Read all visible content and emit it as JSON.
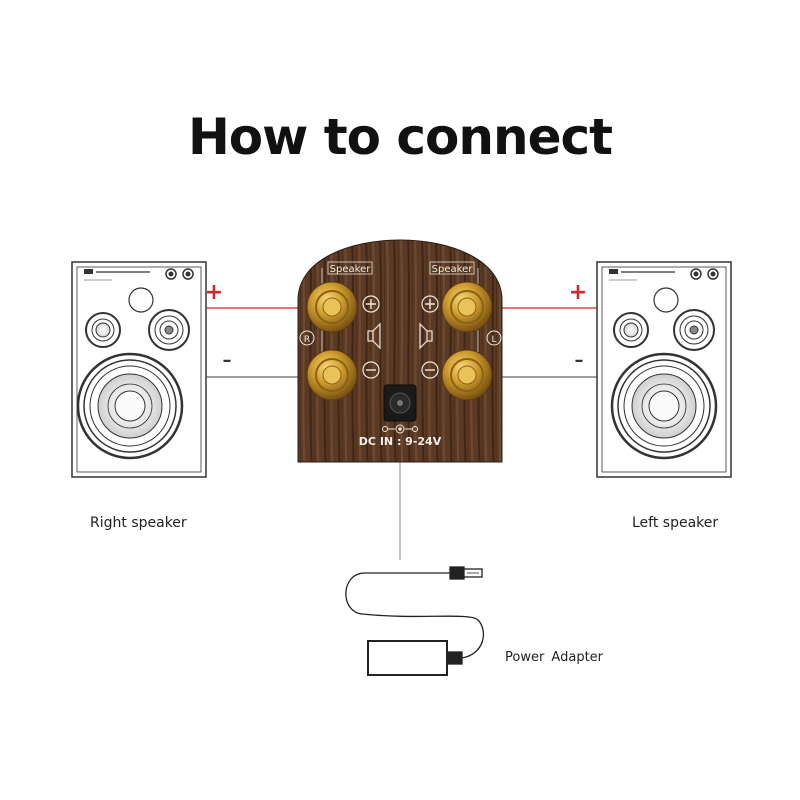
{
  "title": "How to connect",
  "captions": {
    "right_speaker": "Right speaker",
    "left_speaker": "Left speaker",
    "power_adapter": "Power Adapter"
  },
  "polarity": {
    "plus": "+",
    "minus": "–"
  },
  "amplifier": {
    "left_group_label": "Speaker",
    "right_group_label": "Speaker",
    "channel_right": "R",
    "channel_left": "L",
    "dc_input": "DC IN : 9-24V"
  },
  "colors": {
    "positive_wire": "#d4272b",
    "negative_wire": "#555555",
    "wood": "#5a3a24",
    "brass": "#c8962a"
  }
}
